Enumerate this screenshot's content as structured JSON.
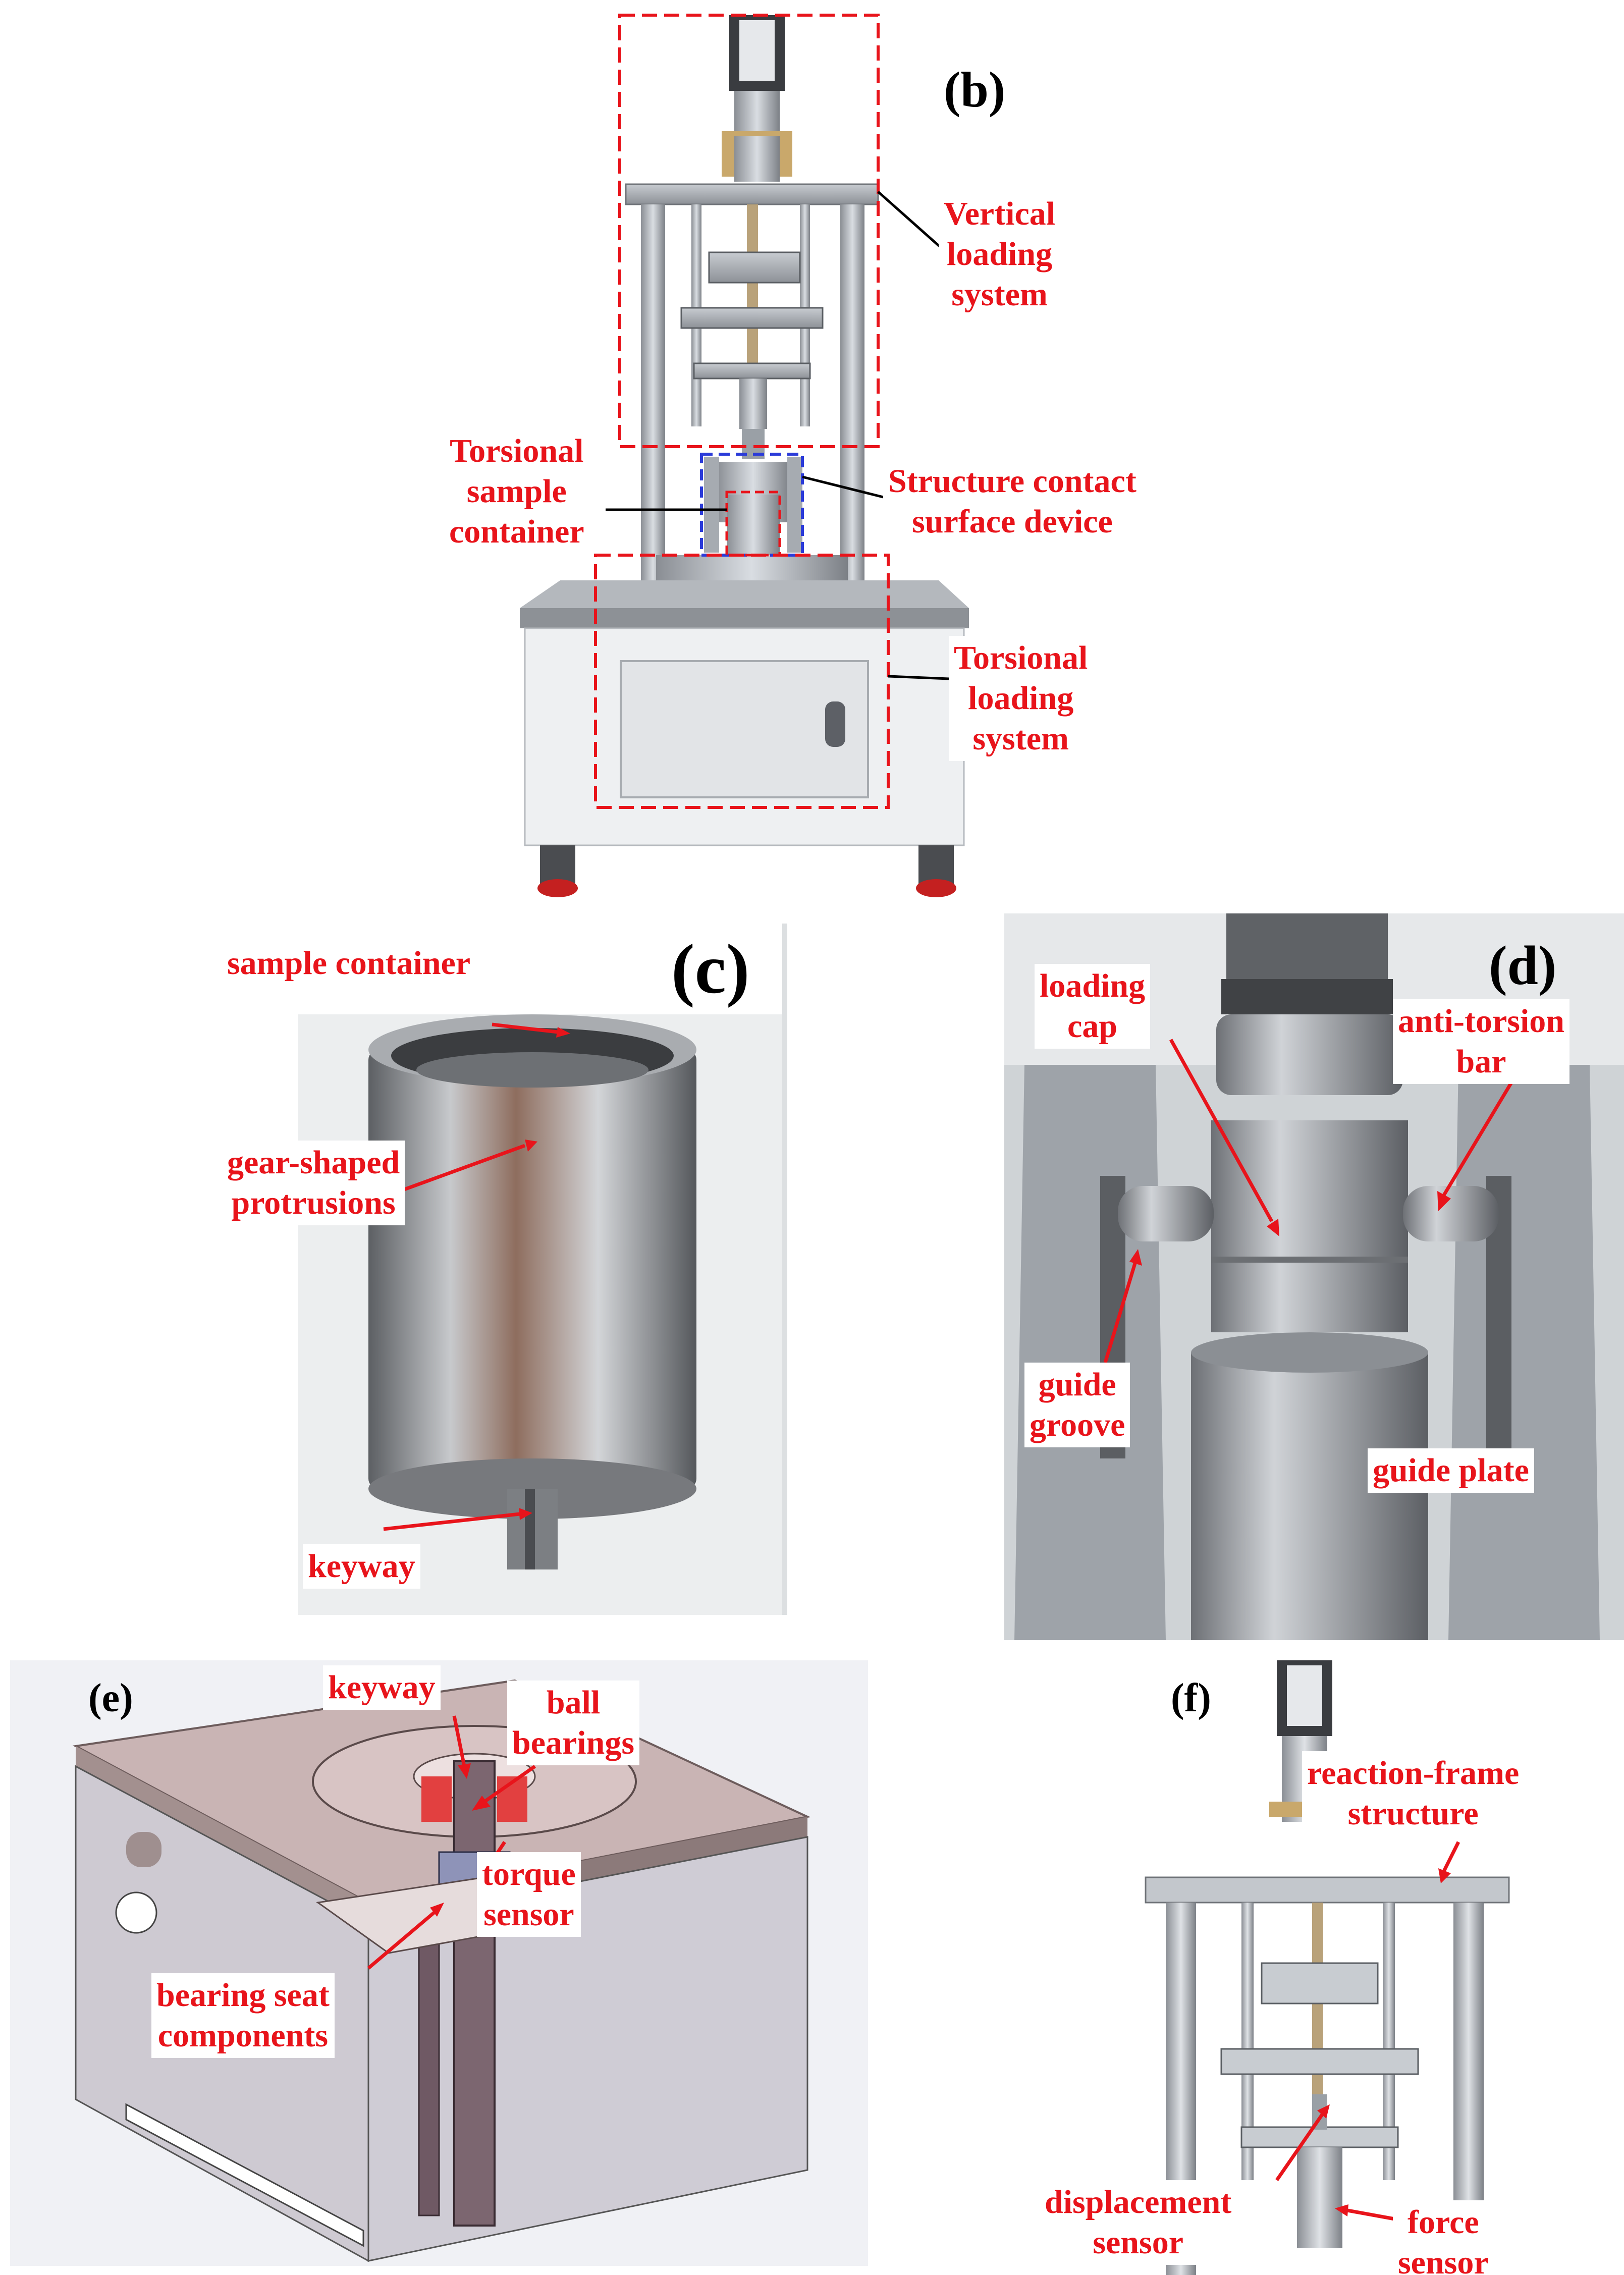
{
  "panels": {
    "b": {
      "letter": "(b)",
      "labels": {
        "vertical": "Vertical\nloading\nsystem",
        "container": "Torsional\nsample\ncontainer",
        "contact": "Structure contact\nsurface device",
        "torsional": "Torsional\nloading\nsystem"
      }
    },
    "c": {
      "letter": "(c)",
      "labels": {
        "sample": "sample container",
        "gear": "gear-shaped\nprotrusions",
        "keyway": "keyway"
      }
    },
    "d": {
      "letter": "(d)",
      "labels": {
        "cap": "loading\ncap",
        "bar": "anti-torsion\nbar",
        "groove": "guide\ngroove",
        "plate": "guide plate"
      }
    },
    "e": {
      "letter": "(e)",
      "labels": {
        "keyway": "keyway",
        "bearings": "ball\nbearings",
        "torque": "torque\nsensor",
        "seat": "bearing seat\ncomponents"
      }
    },
    "f": {
      "letter": "(f)",
      "labels": {
        "frame": "reaction-frame\nstructure",
        "displacement": "displacement\nsensor",
        "force": "force\nsensor"
      }
    }
  },
  "colors": {
    "annotation": "#e8141b",
    "dashed_red": "#e8141b",
    "dashed_blue": "#2b3bd9"
  }
}
